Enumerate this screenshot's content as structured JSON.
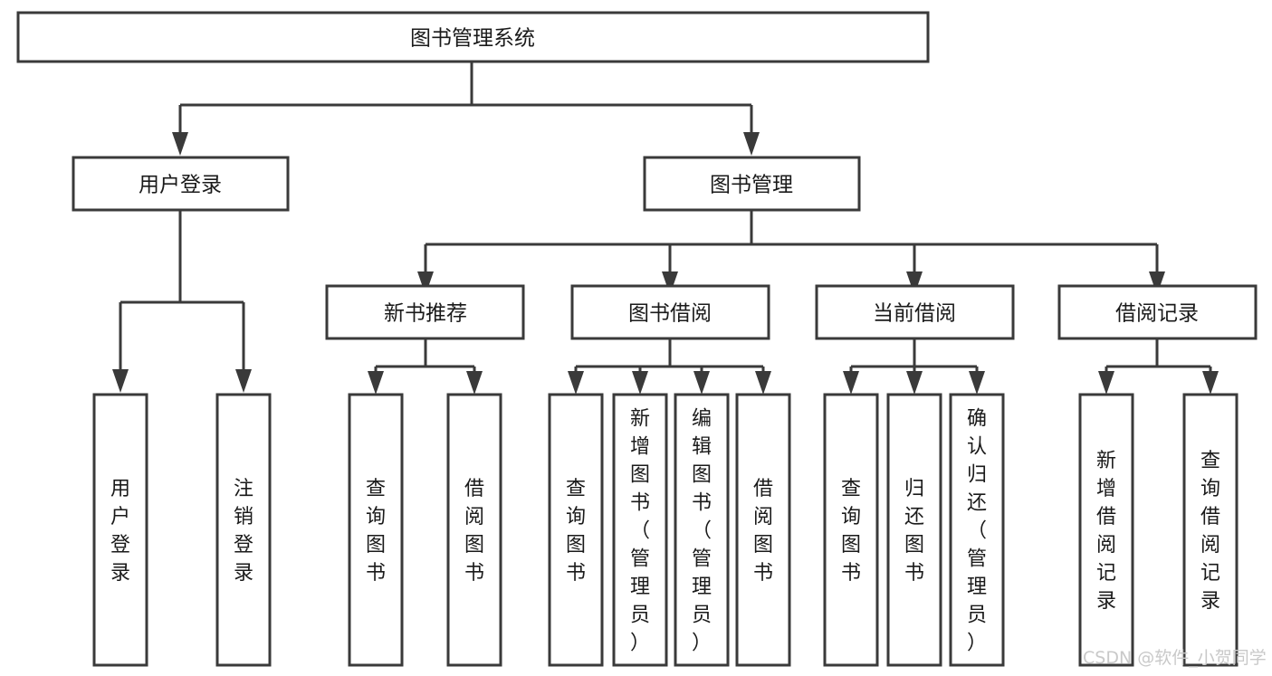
{
  "diagram": {
    "type": "tree-hierarchy-chart",
    "root": {
      "id": "root",
      "label": "图书管理系统"
    },
    "level2": [
      {
        "id": "user-login",
        "label": "用户登录"
      },
      {
        "id": "book-management",
        "label": "图书管理"
      }
    ],
    "level3": [
      {
        "id": "new-book-recommend",
        "label": "新书推荐",
        "parent": "book-management"
      },
      {
        "id": "book-borrow",
        "label": "图书借阅",
        "parent": "book-management"
      },
      {
        "id": "current-borrow",
        "label": "当前借阅",
        "parent": "book-management"
      },
      {
        "id": "borrow-record",
        "label": "借阅记录",
        "parent": "book-management"
      }
    ],
    "leaves": [
      {
        "id": "leaf-user-login",
        "label": "用户登录",
        "parent": "user-login"
      },
      {
        "id": "leaf-logout",
        "label": "注销登录",
        "parent": "user-login"
      },
      {
        "id": "leaf-query-book-1",
        "label": "查询图书",
        "parent": "new-book-recommend"
      },
      {
        "id": "leaf-borrow-book-1",
        "label": "借阅图书",
        "parent": "new-book-recommend"
      },
      {
        "id": "leaf-query-book-2",
        "label": "查询图书",
        "parent": "book-borrow"
      },
      {
        "id": "leaf-add-book",
        "label": "新增图书（管理员）",
        "parent": "book-borrow"
      },
      {
        "id": "leaf-edit-book",
        "label": "编辑图书（管理员）",
        "parent": "book-borrow"
      },
      {
        "id": "leaf-borrow-book-2",
        "label": "借阅图书",
        "parent": "book-borrow"
      },
      {
        "id": "leaf-query-book-3",
        "label": "查询图书",
        "parent": "current-borrow"
      },
      {
        "id": "leaf-return-book",
        "label": "归还图书",
        "parent": "current-borrow"
      },
      {
        "id": "leaf-confirm-return",
        "label": "确认归还（管理员）",
        "parent": "current-borrow"
      },
      {
        "id": "leaf-add-record",
        "label": "新增借阅记录",
        "parent": "borrow-record"
      },
      {
        "id": "leaf-query-record",
        "label": "查询借阅记录",
        "parent": "borrow-record"
      }
    ]
  },
  "watermark": {
    "text": "CSDN @软件_小贺同学"
  },
  "colors": {
    "background": "#ffffff",
    "box_fill": "#ffffff",
    "stroke": "#3a3a3a",
    "text": "#1a1a1a",
    "watermark": "#c9c9c9"
  }
}
